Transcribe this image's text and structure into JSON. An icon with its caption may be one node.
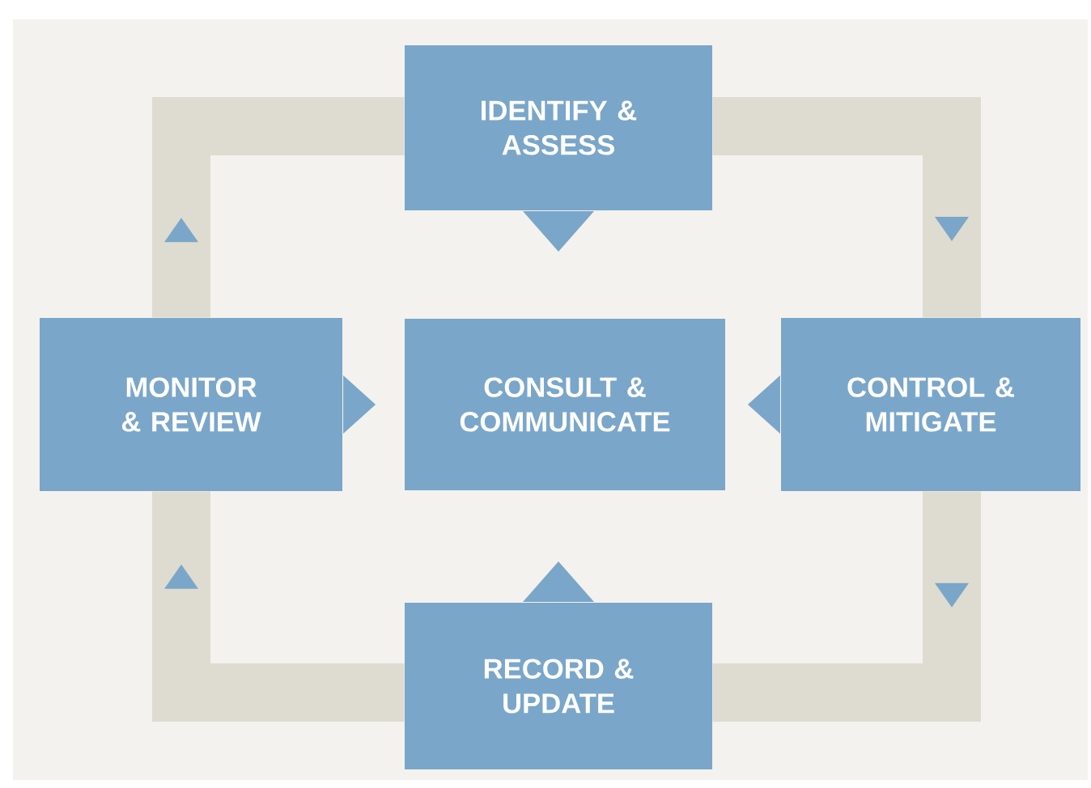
{
  "diagram": {
    "nodes": [
      {
        "text": [
          "IDENTIFY & ASSESS"
        ]
      },
      {
        "text": [
          "MONITOR & REVIEW"
        ]
      },
      {
        "text": [
          "CONSULT & COMMUNICATE"
        ]
      },
      {
        "text": [
          "CONTROL & MITIGATE"
        ]
      },
      {
        "text": [
          "RECORD & UPDATE"
        ]
      }
    ],
    "edges": [
      {
        "from": 0,
        "to": 3,
        "arrow": "to"
      },
      {
        "from": 3,
        "to": 4,
        "arrow": "to"
      },
      {
        "from": 4,
        "to": 1,
        "arrow": "to"
      },
      {
        "from": 1,
        "to": 0,
        "arrow": "to"
      },
      {
        "from": 0,
        "to": 2,
        "arrow": "to",
        "color": "#7aa6c9"
      },
      {
        "from": 1,
        "to": 2,
        "arrow": "to",
        "color": "#7aa6c9"
      },
      {
        "from": 3,
        "to": 2,
        "arrow": "to",
        "color": "#7aa6c9"
      },
      {
        "from": 4,
        "to": 2,
        "arrow": "to",
        "color": "#7aa6c9"
      }
    ]
  }
}
